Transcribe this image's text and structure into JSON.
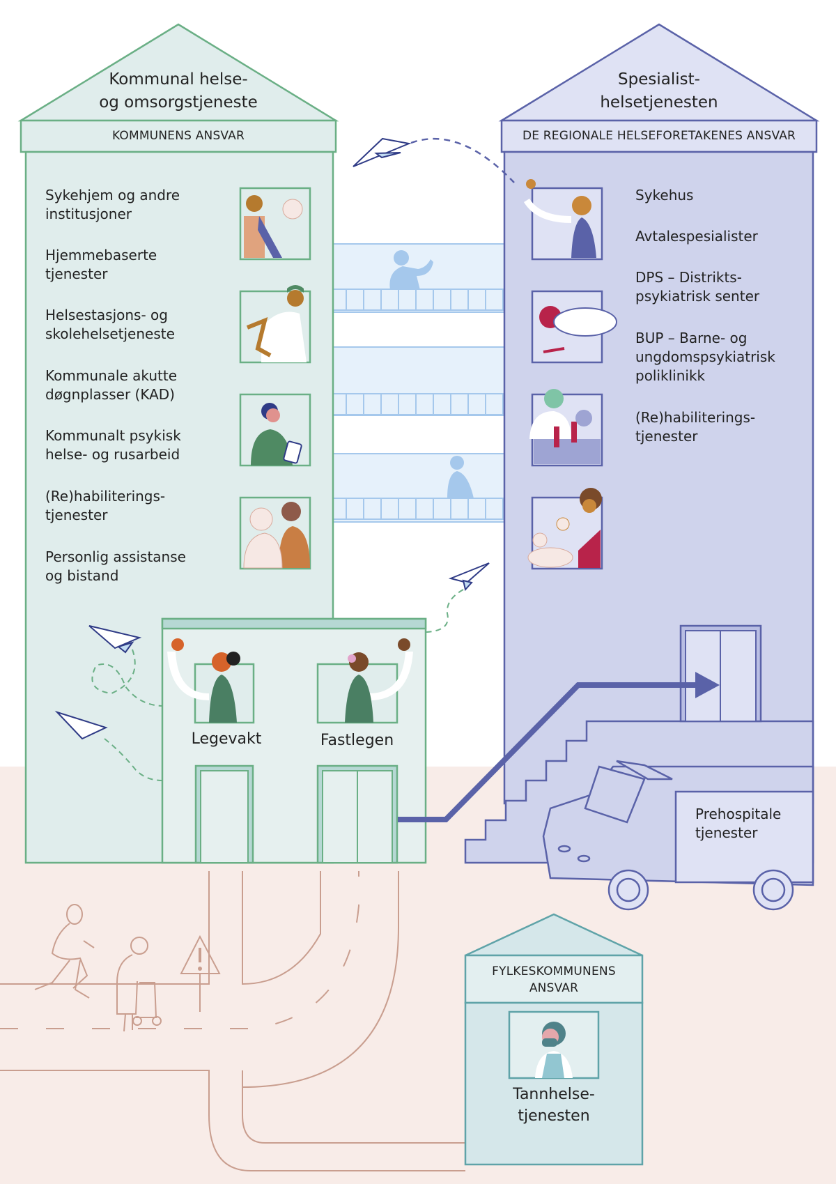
{
  "colors": {
    "municipal_fill": "#e0edec",
    "municipal_stroke": "#6aaf85",
    "specialist_fill": "#cfd3ec",
    "specialist_stroke": "#5a62a8",
    "county_fill": "#d5e7ea",
    "county_stroke": "#5fa3a8",
    "ground": "#f8ece8",
    "road_stroke": "#c99e8f",
    "bridge": "#e6f1fb",
    "bridge_stroke": "#a5c8ec",
    "arrow": "#5a62a8"
  },
  "municipal": {
    "title_line1": "Kommunal helse-",
    "title_line2": "og omsorgstjeneste",
    "band": "KOMMUNENS ANSVAR",
    "services": [
      {
        "line1": "Sykehjem og andre",
        "line2": "institusjoner"
      },
      {
        "line1": "Hjemmebaserte",
        "line2": "tjenester"
      },
      {
        "line1": "Helsestasjons- og",
        "line2": "skolehelsetjeneste"
      },
      {
        "line1": "Kommunale akutte",
        "line2": "døgnplasser (KAD)"
      },
      {
        "line1": "Kommunalt psykisk",
        "line2": "helse- og rusarbeid"
      },
      {
        "line1": "(Re)habiliterings-",
        "line2": "tjenester"
      },
      {
        "line1": "Personlig assistanse",
        "line2": "og bistand"
      }
    ],
    "annex": {
      "legevakt": "Legevakt",
      "fastlegen": "Fastlegen"
    }
  },
  "specialist": {
    "title_line1": "Spesialist-",
    "title_line2": "helsetjenesten",
    "band": "DE REGIONALE HELSEFORETAKENES ANSVAR",
    "services": [
      {
        "line1": "Sykehus"
      },
      {
        "line1": "Avtalespesialister"
      },
      {
        "line1": "DPS – Distrikts-",
        "line2": "psykiatrisk senter"
      },
      {
        "line1": "BUP – Barne- og",
        "line2": "ungdomspsykiatrisk",
        "line3": "poliklinikk"
      },
      {
        "line1": "(Re)habiliterings-",
        "line2": "tjenester"
      }
    ],
    "prehospital_line1": "Prehospitale",
    "prehospital_line2": "tjenester"
  },
  "county": {
    "band_line1": "FYLKESKOMMUNENS",
    "band_line2": "ANSVAR",
    "label_line1": "Tannhelse-",
    "label_line2": "tjenesten"
  }
}
